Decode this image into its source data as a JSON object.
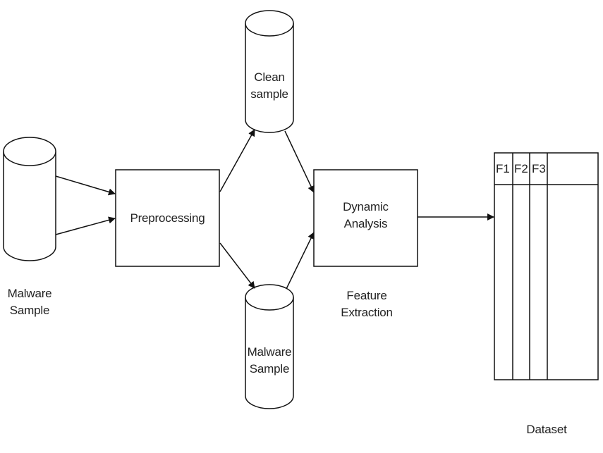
{
  "nodes": {
    "malware_source": {
      "line1": "Malware",
      "line2": "Sample"
    },
    "preprocessing": {
      "label": "Preprocessing"
    },
    "clean_sample": {
      "line1": "Clean",
      "line2": "sample"
    },
    "malware_sample": {
      "line1": "Malware",
      "line2": "Sample"
    },
    "dynamic_analysis": {
      "line1": "Dynamic",
      "line2": "Analysis"
    },
    "feature_extraction": {
      "line1": "Feature",
      "line2": "Extraction"
    },
    "dataset": {
      "label": "Dataset",
      "columns": [
        "F1",
        "F2",
        "F3"
      ]
    }
  },
  "edges": [
    {
      "from": "malware_source",
      "to": "preprocessing"
    },
    {
      "from": "malware_source",
      "to": "preprocessing"
    },
    {
      "from": "preprocessing",
      "to": "clean_sample"
    },
    {
      "from": "preprocessing",
      "to": "malware_sample"
    },
    {
      "from": "clean_sample",
      "to": "dynamic_analysis"
    },
    {
      "from": "malware_sample",
      "to": "dynamic_analysis"
    },
    {
      "from": "dynamic_analysis",
      "to": "dataset"
    }
  ],
  "colors": {
    "stroke": "#111111",
    "fill": "#ffffff",
    "text": "#222222"
  }
}
